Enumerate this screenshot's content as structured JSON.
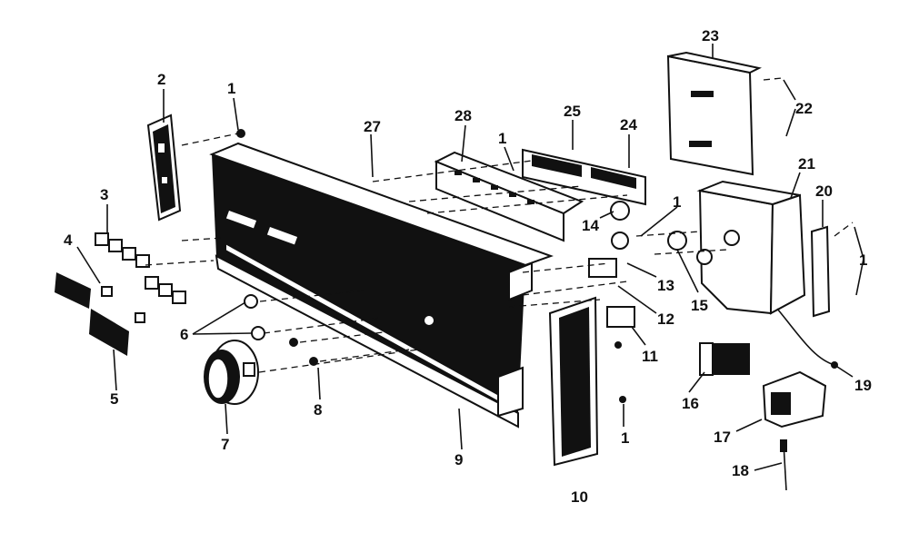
{
  "callouts": {
    "c1a": "1",
    "c1b": "1",
    "c1c": "1",
    "c1d": "1",
    "c1e": "1",
    "c2": "2",
    "c3": "3",
    "c4": "4",
    "c5": "5",
    "c6a": "6",
    "c6b": "6",
    "c7": "7",
    "c8": "8",
    "c9": "9",
    "c10": "10",
    "c11": "11",
    "c12": "12",
    "c13": "13",
    "c14": "14",
    "c15": "15",
    "c16": "16",
    "c17": "17",
    "c18": "18",
    "c19": "19",
    "c20": "20",
    "c21": "21",
    "c22": "22",
    "c23": "23",
    "c24": "24",
    "c25": "25",
    "c27": "27",
    "c28": "28"
  },
  "icons": {
    "console_panel": "console-panel-icon",
    "switch_bracket": "bracket-icon",
    "push_buttons": "button-set-icon",
    "knob": "knob-icon",
    "door_handle": "handle-icon",
    "timer": "timer-icon",
    "switch_block": "switch-icon",
    "cover": "cover-icon"
  }
}
